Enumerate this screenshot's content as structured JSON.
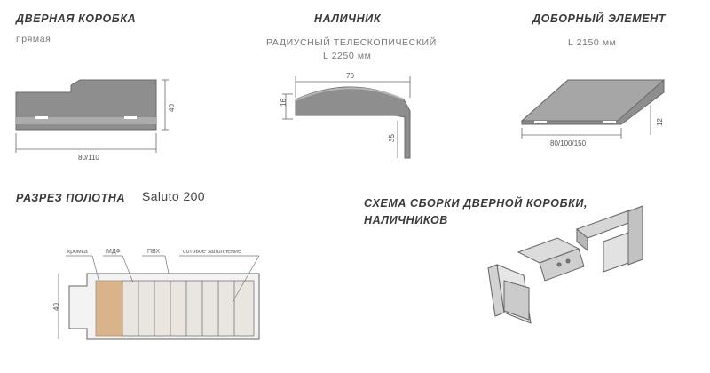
{
  "frame": {
    "title": "ДВЕРНАЯ КОРОБКА",
    "subtitle": "прямая",
    "dim_width": "80/110",
    "dim_height": "40"
  },
  "casing": {
    "title": "НАЛИЧНИК",
    "subtitle": "РАДИУСНЫЙ ТЕЛЕСКОПИЧЕСКИЙ",
    "length": "L 2250 мм",
    "dim_width": "70",
    "dim_height": "16",
    "dim_leg": "35"
  },
  "extension": {
    "title": "ДОБОРНЫЙ ЭЛЕМЕНТ",
    "length": "L 2150 мм",
    "dim_width": "80/100/150",
    "dim_height": "12"
  },
  "leaf_section": {
    "title": "РАЗРЕЗ ПОЛОТНА",
    "model": "Saluto 200",
    "callouts": [
      "кромка",
      "МДФ",
      "ПВХ",
      "сотовое заполнение"
    ],
    "dim_height": "40"
  },
  "assembly": {
    "title_line1": "СХЕМА СБОРКИ ДВЕРНОЙ КОРОБКИ,",
    "title_line2": "НАЛИЧНИКОВ"
  },
  "colors": {
    "profile_gray": "#8c8c8c",
    "wood": "#d9b48a",
    "line": "#555555"
  }
}
